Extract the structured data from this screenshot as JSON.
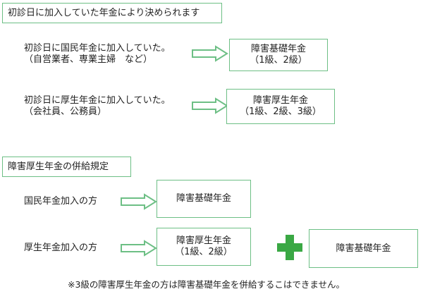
{
  "section1": {
    "title": "初診日に加入していた年金により決められます",
    "rows": [
      {
        "condition_line1": "初診日に国民年金に加入していた。",
        "condition_line2": "（自営業者、専業主婦　など）",
        "result_line1": "障害基礎年金",
        "result_line2": "（1級、2級）"
      },
      {
        "condition_line1": "初診日に厚生年金に加入していた。",
        "condition_line2": "（会社員、公務員）",
        "result_line1": "障害厚生年金",
        "result_line2": "（1級、2級、3級）"
      }
    ]
  },
  "section2": {
    "title": "障害厚生年金の併給規定",
    "rows": [
      {
        "condition": "国民年金加入の方",
        "result": "障害基礎年金"
      },
      {
        "condition": "厚生年金加入の方",
        "result_line1": "障害厚生年金",
        "result_line2": "（1級、2級）",
        "plus_result": "障害基礎年金"
      }
    ]
  },
  "footnote": "※3級の障害厚生年金の方は障害基礎年金を併給するこはできません。",
  "colors": {
    "border": "#6dbf85",
    "arrow": "#6dbf85",
    "plus": "#3aa844"
  },
  "icons": {
    "arrow": "arrow-right-icon",
    "plus": "plus-icon"
  }
}
